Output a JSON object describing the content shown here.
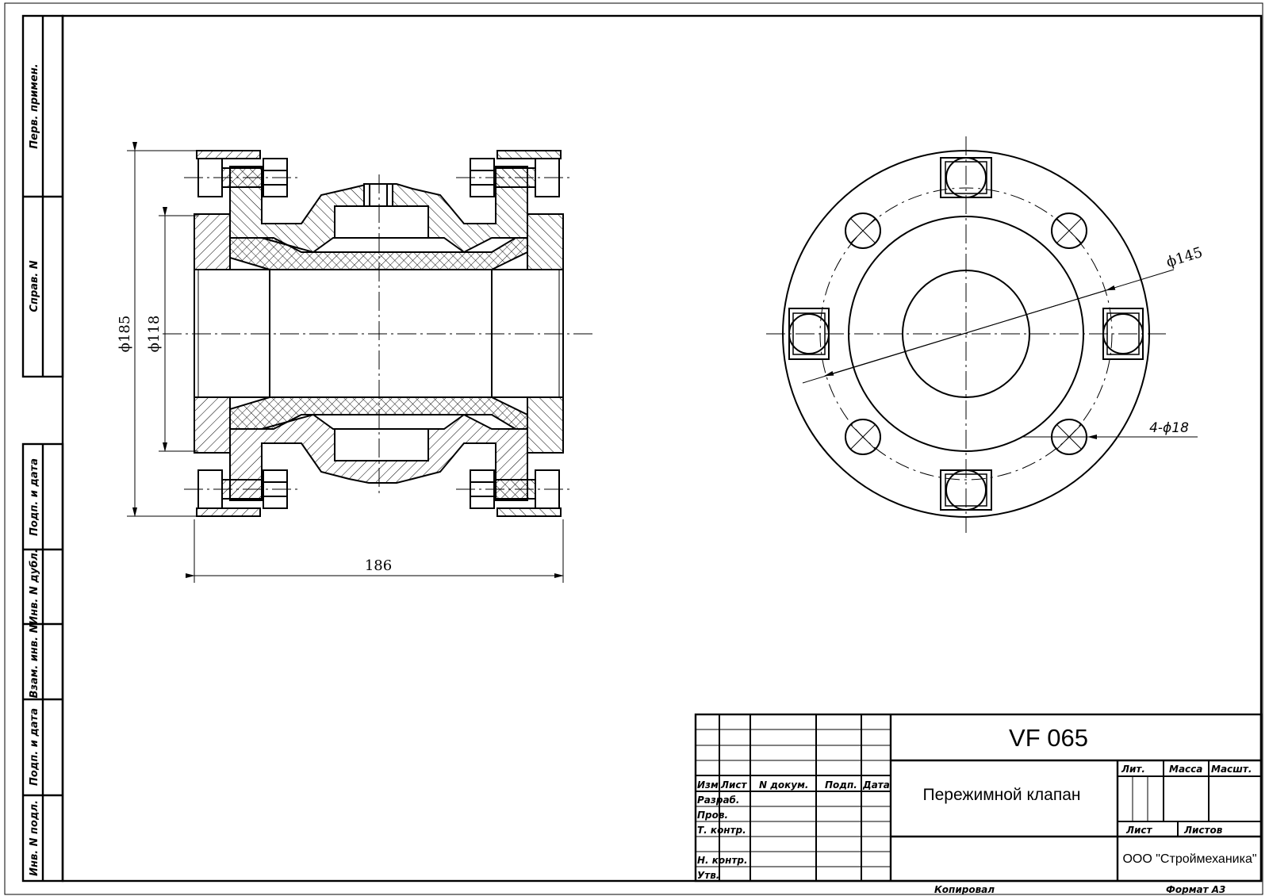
{
  "side_stamp": {
    "perv_primen": "Перв. примен.",
    "sprav_n": "Справ. N",
    "podp_data_1": "Подп. и дата",
    "inv_n_dubl": "Инв. N дубл.",
    "vzam_inv_n": "Взам. инв. N",
    "podp_data_2": "Подп. и дата",
    "inv_n_podl": "Инв. N подл."
  },
  "dimensions": {
    "outer_diameter": "ϕ185",
    "bore_diameter": "ϕ118",
    "length": "186",
    "bolt_circle": "ϕ145",
    "holes": "4-ϕ18"
  },
  "title_block": {
    "designation": "VF 065",
    "name": "Пережимной клапан",
    "organization": "ООО \"Строймеханика\"",
    "col_izm": "Изм",
    "col_list": "Лист",
    "col_n_dokum": "N докум.",
    "col_podp": "Подп.",
    "col_data": "Дата",
    "row_razrab": "Разраб.",
    "row_prov": "Пров.",
    "row_t_kontr": "Т. контр.",
    "row_n_kontr": "Н. контр.",
    "row_utv": "Утв.",
    "lit": "Лит.",
    "massa": "Масса",
    "masshtab": "Масшт.",
    "list": "Лист",
    "listov": "Листов"
  },
  "footer": {
    "kopiroval": "Копировал",
    "format": "Формат А3"
  }
}
